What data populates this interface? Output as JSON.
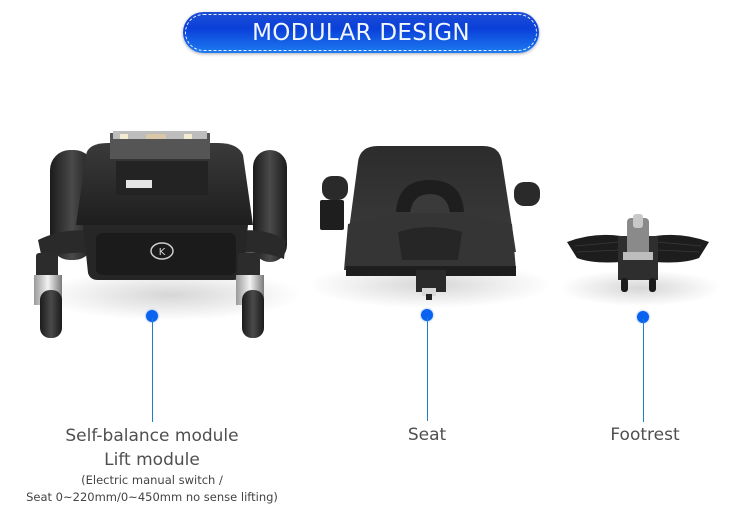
{
  "banner": {
    "title": "MODULAR DESIGN",
    "gradient_top": "#1f4fd6",
    "gradient_bottom": "#1d7cf0",
    "text_color": "#f2f7ff"
  },
  "accent": {
    "dot_color": "#0a63f0",
    "line_color": "#1f7fc4",
    "label_color": "#4f4f4f"
  },
  "modules": [
    {
      "id": "self-balance-lift",
      "title_line1": "Self-balance module",
      "title_line2": "Lift module",
      "detail_line1": "(Electric manual switch /",
      "detail_line2": "Seat 0~220mm/0~450mm no sense lifting)",
      "logo_text": "K"
    },
    {
      "id": "seat",
      "title_line1": "Seat"
    },
    {
      "id": "footrest",
      "title_line1": "Footrest"
    }
  ]
}
